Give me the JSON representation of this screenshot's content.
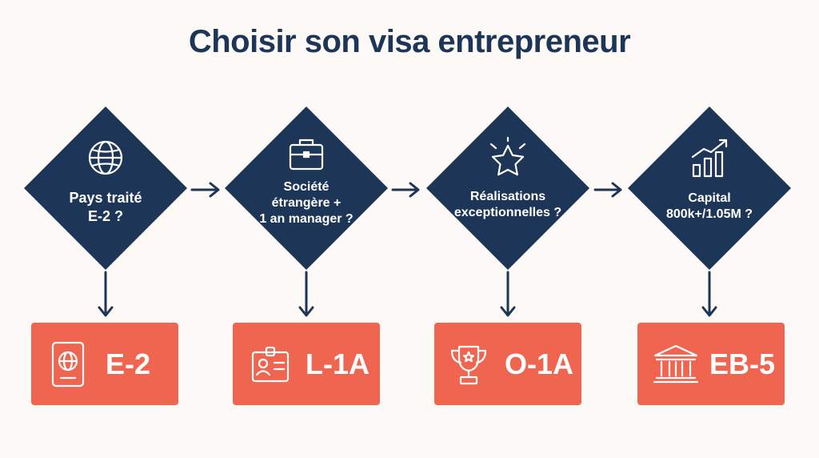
{
  "title": "Choisir son visa entrepreneur",
  "colors": {
    "navy": "#1d3557",
    "coral": "#ef6550",
    "background": "#fcf9f6"
  },
  "steps": [
    {
      "question_lines": [
        "Pays traité",
        "E-2 ?"
      ],
      "question_icon": "globe-icon",
      "result_label": "E-2",
      "result_icon": "passport-icon"
    },
    {
      "question_lines": [
        "Société",
        "étrangère +",
        "1 an manager ?"
      ],
      "question_icon": "briefcase-icon",
      "result_label": "L-1A",
      "result_icon": "id-badge-icon"
    },
    {
      "question_lines": [
        "Réalisations",
        "exceptionnelles ?"
      ],
      "question_icon": "star-icon",
      "result_label": "O-1A",
      "result_icon": "trophy-icon"
    },
    {
      "question_lines": [
        "Capital",
        "800k+/1.05M ?"
      ],
      "question_icon": "growth-chart-icon",
      "result_label": "EB-5",
      "result_icon": "bank-icon"
    }
  ]
}
